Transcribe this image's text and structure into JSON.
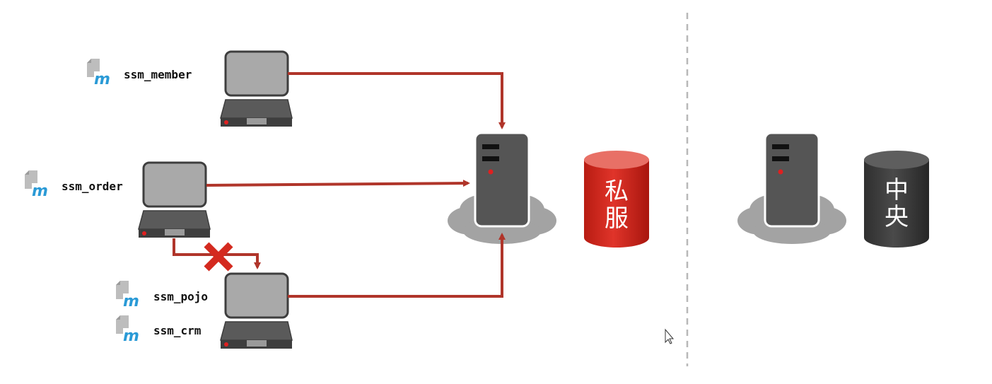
{
  "modules": [
    {
      "label": "ssm_member",
      "icon": "maven-module-icon"
    },
    {
      "label": "ssm_order",
      "icon": "maven-module-icon"
    },
    {
      "label": "ssm_pojo",
      "icon": "maven-module-icon"
    },
    {
      "label": "ssm_crm",
      "icon": "maven-module-icon"
    }
  ],
  "private_repo": {
    "line1": "私",
    "line2": "服",
    "color": "#d42a1f"
  },
  "central_repo": {
    "line1": "中",
    "line2": "央",
    "color": "#3a3a3a"
  },
  "colors": {
    "arrow": "#b0352a",
    "blocked": "#d42a1f",
    "computer": "#555555",
    "screen": "#a9a9a9",
    "cloud": "#a3a3a3"
  }
}
